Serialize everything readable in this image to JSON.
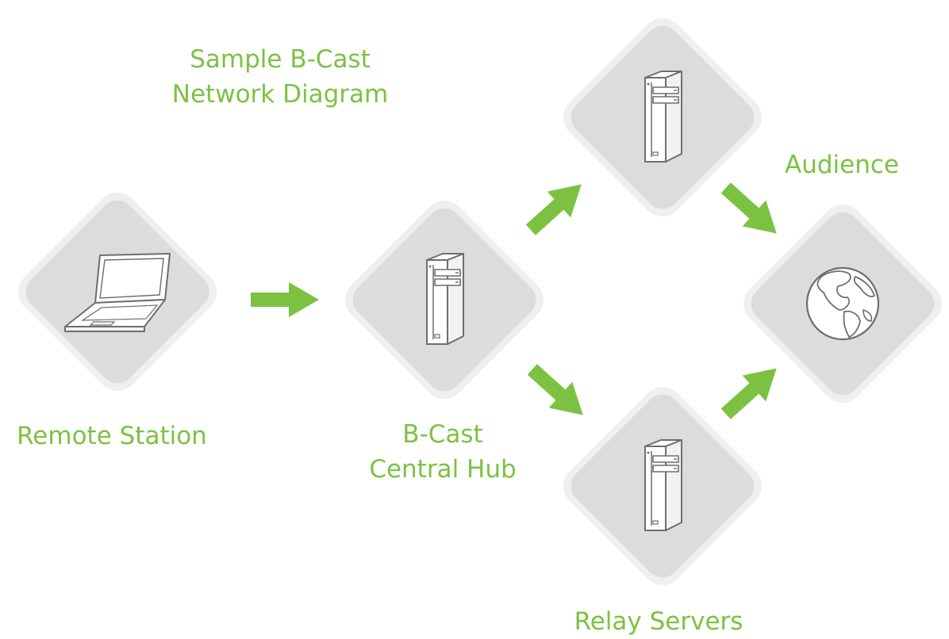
{
  "diagram": {
    "title_lines": [
      "Sample B-Cast",
      "Network Diagram"
    ],
    "nodes": {
      "remote_station": {
        "label": "Remote Station",
        "icon": "laptop-icon"
      },
      "central_hub": {
        "label_lines": [
          "B-Cast",
          "Central Hub"
        ],
        "icon": "server-icon"
      },
      "relay_servers": {
        "label": "Relay Servers",
        "icons": [
          "server-icon",
          "server-icon"
        ]
      },
      "audience": {
        "label": "Audience",
        "icon": "globe-icon"
      }
    },
    "edges": [
      {
        "from": "Remote Station",
        "to": "B-Cast Central Hub"
      },
      {
        "from": "B-Cast Central Hub",
        "to": "Relay Servers (top)"
      },
      {
        "from": "B-Cast Central Hub",
        "to": "Relay Servers (bottom)"
      },
      {
        "from": "Relay Servers (top)",
        "to": "Audience"
      },
      {
        "from": "Relay Servers (bottom)",
        "to": "Audience"
      }
    ],
    "colors": {
      "accent": "#7cc242",
      "tile_fill": "#dcdcdc",
      "tile_rim": "#efefef",
      "icon_stroke": "#6e6e6e"
    }
  }
}
